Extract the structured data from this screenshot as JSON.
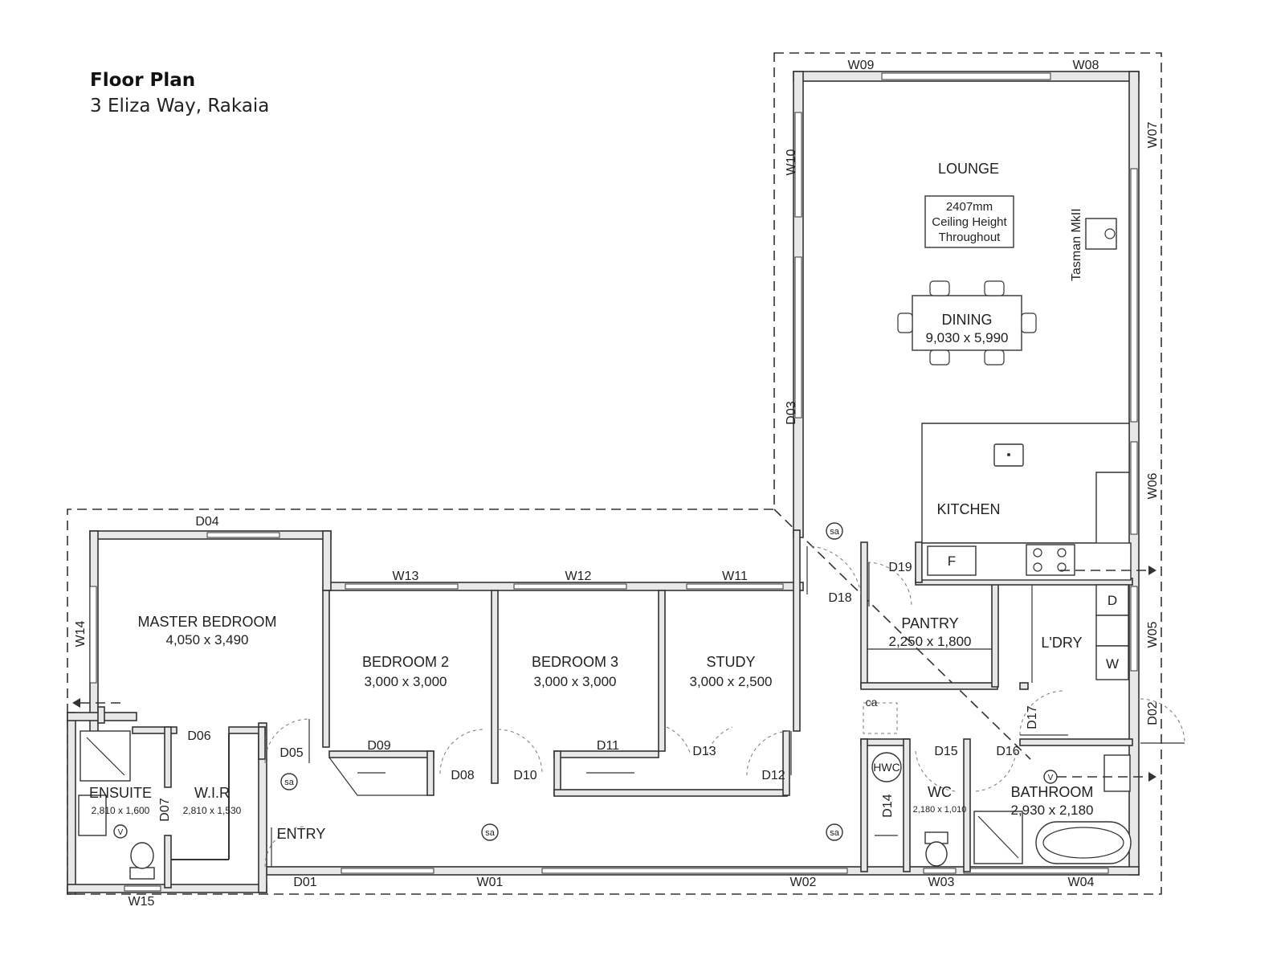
{
  "title": "Floor Plan",
  "address": "3 Eliza Way, Rakaia",
  "ceiling_note": [
    "2407mm",
    "Ceiling Height",
    "Throughout"
  ],
  "fireplace_label": "Tasman MkII",
  "rooms": {
    "lounge": {
      "name": "LOUNGE"
    },
    "dining": {
      "name": "DINING",
      "dims": "9,030 x 5,990"
    },
    "kitchen": {
      "name": "KITCHEN"
    },
    "pantry": {
      "name": "PANTRY",
      "dims": "2,250 x 1,800"
    },
    "laundry": {
      "name": "L'DRY"
    },
    "master": {
      "name": "MASTER BEDROOM",
      "dims": "4,050 x 3,490"
    },
    "bed2": {
      "name": "BEDROOM 2",
      "dims": "3,000 x 3,000"
    },
    "bed3": {
      "name": "BEDROOM 3",
      "dims": "3,000 x 3,000"
    },
    "study": {
      "name": "STUDY",
      "dims": "3,000 x 2,500"
    },
    "ensuite": {
      "name": "ENSUITE",
      "dims": "2,810 x 1,600"
    },
    "wir": {
      "name": "W.I.R",
      "dims": "2,810 x 1,530"
    },
    "wc": {
      "name": "WC",
      "dims": "2,180 x 1,010"
    },
    "bathroom": {
      "name": "BATHROOM",
      "dims": "2,930 x 2,180"
    },
    "entry": {
      "name": "ENTRY"
    }
  },
  "fixtures": {
    "fridge": "F",
    "dryer": "D",
    "washer": "W",
    "hot_water": "HWC",
    "cylinder": "ca",
    "smoke_alarm": "sa",
    "vent": "V"
  },
  "windows": [
    "W01",
    "W02",
    "W03",
    "W04",
    "W05",
    "W06",
    "W07",
    "W08",
    "W09",
    "W10",
    "W11",
    "W12",
    "W13",
    "W14",
    "W15"
  ],
  "doors": [
    "D01",
    "D02",
    "D03",
    "D04",
    "D05",
    "D06",
    "D07",
    "D08",
    "D09",
    "D10",
    "D11",
    "D12",
    "D13",
    "D14",
    "D15",
    "D16",
    "D17",
    "D18",
    "D19"
  ]
}
